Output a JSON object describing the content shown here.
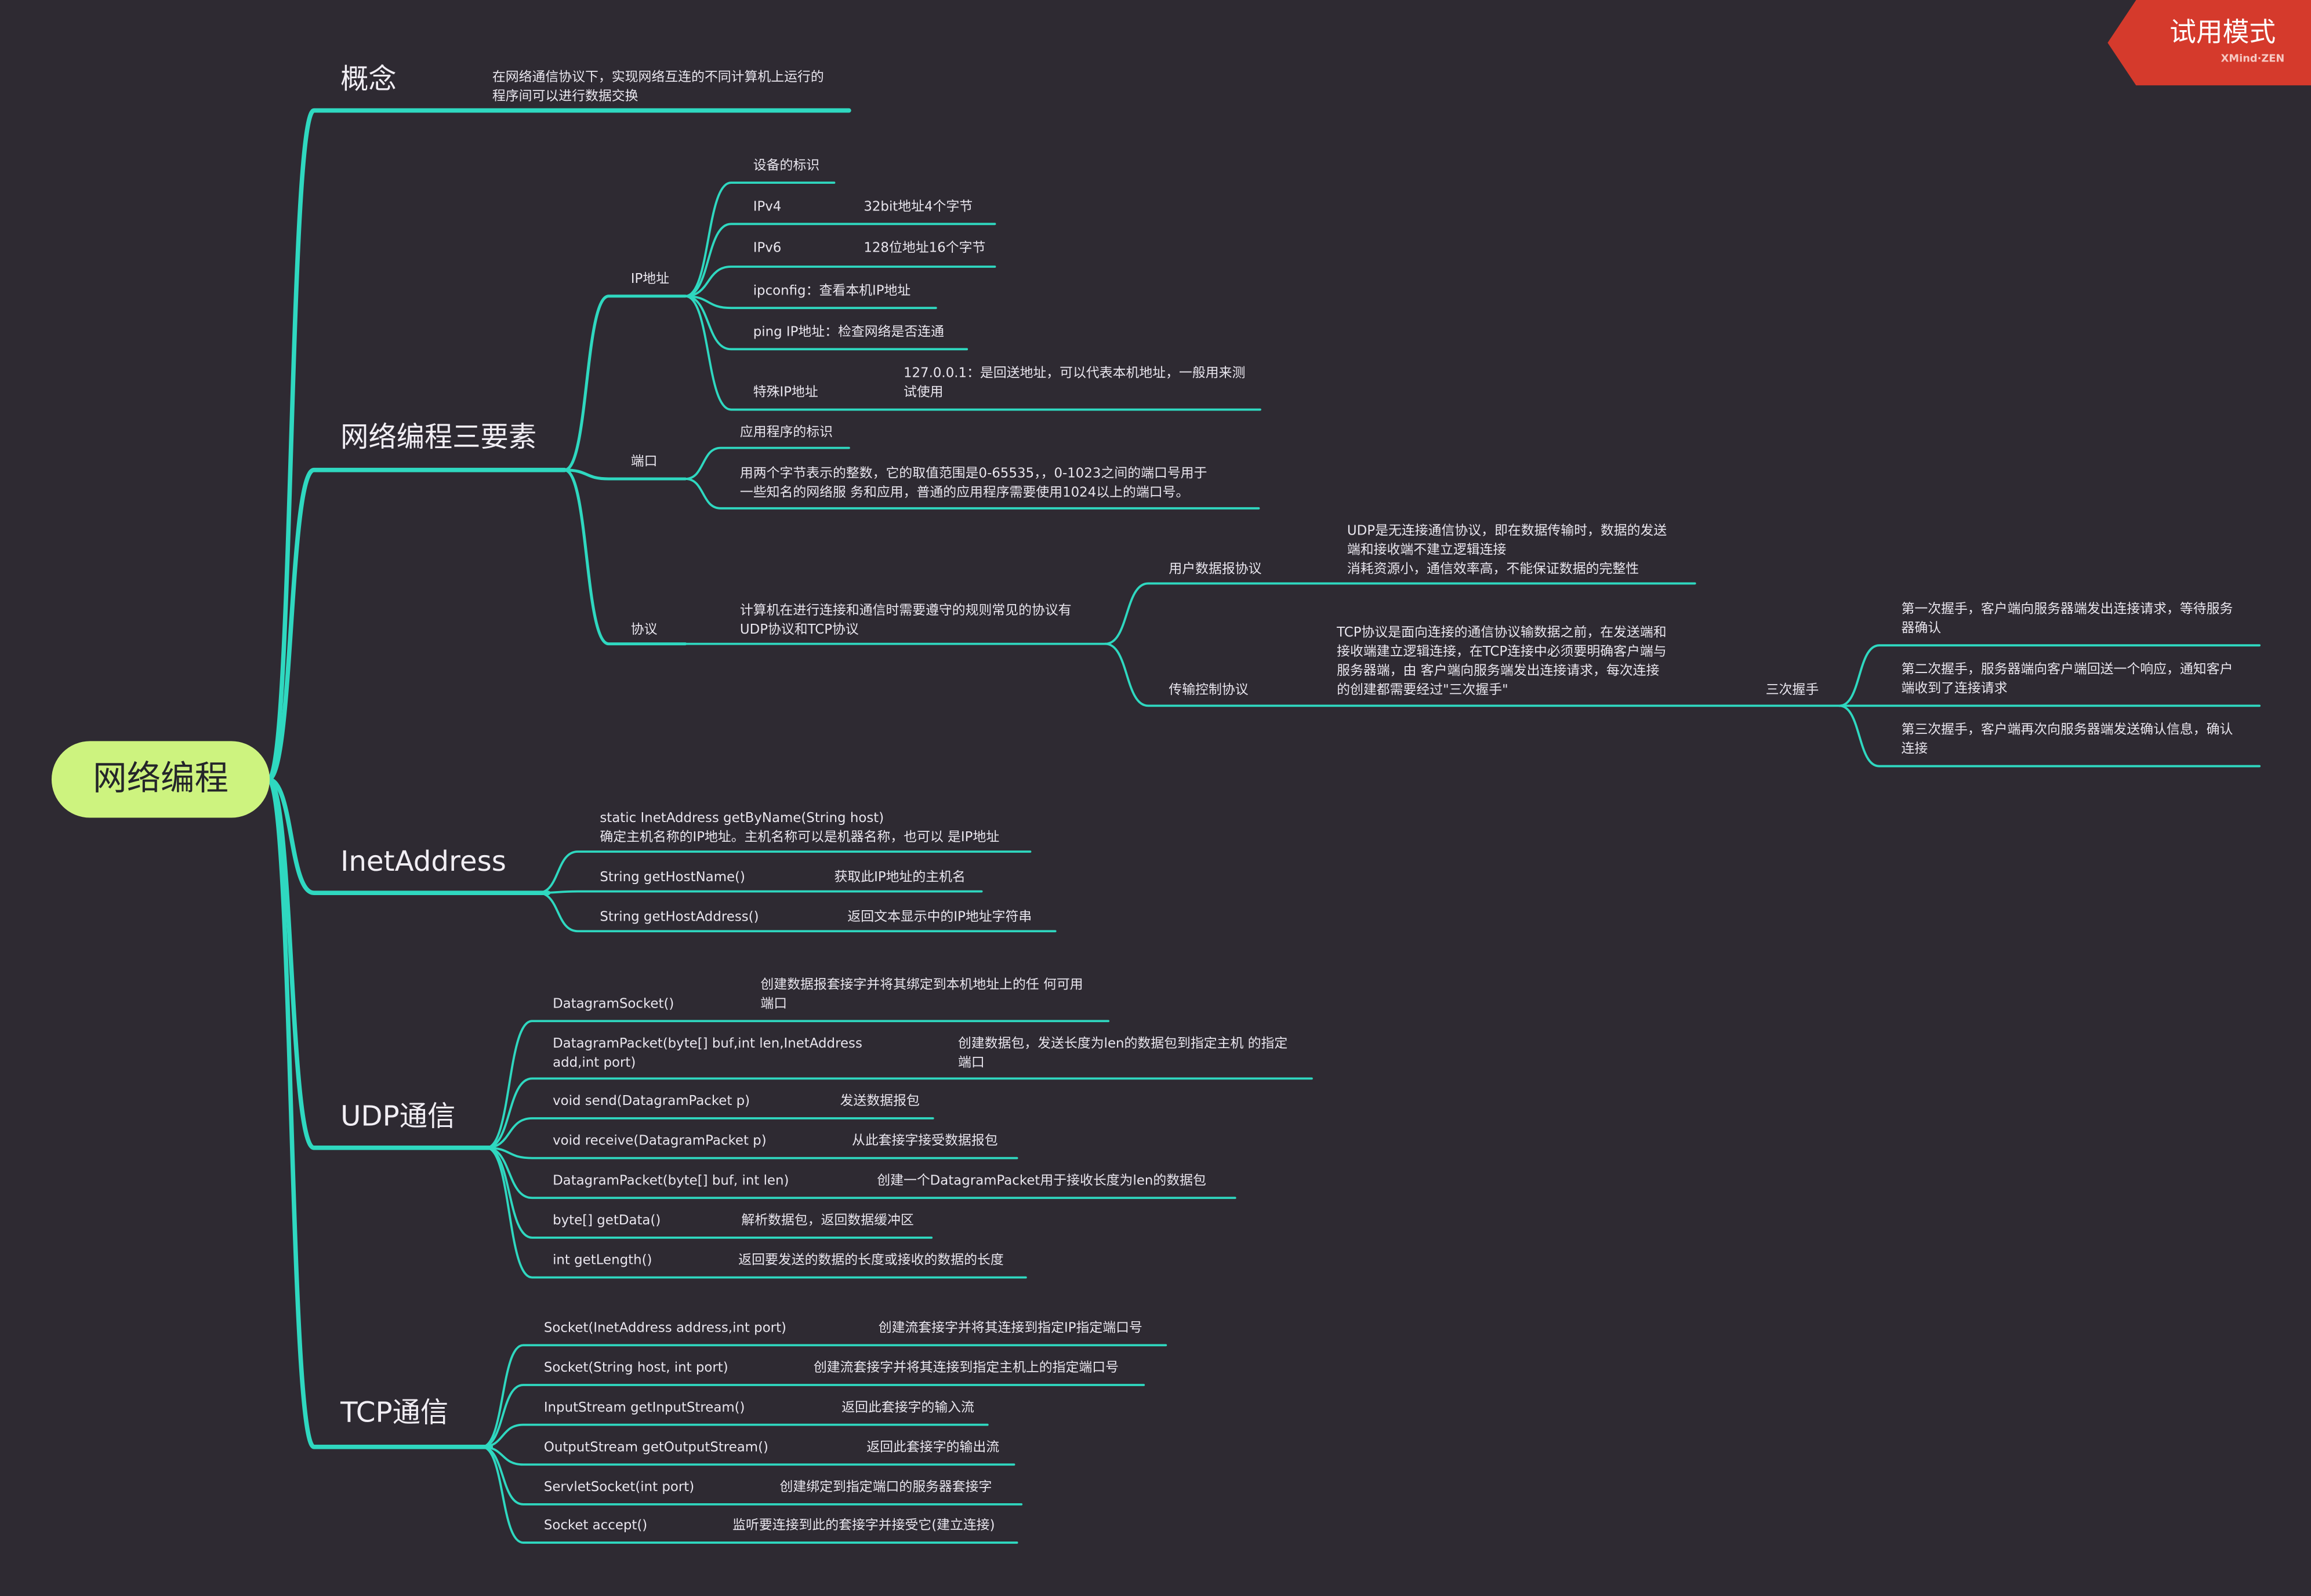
{
  "root": {
    "label": "网络编程"
  },
  "watermark": {
    "title": "试用模式",
    "brand": "XMind·ZEN"
  },
  "concept": {
    "label": "概念",
    "desc": "在网络通信协议下，实现网络互连的不同计算机上运行的\n程序间可以进行数据交换"
  },
  "elements": {
    "label": "网络编程三要素",
    "ip": {
      "label": "IP地址",
      "items": [
        {
          "label": "设备的标识"
        },
        {
          "label": "IPv4",
          "desc": "32bit地址4个字节"
        },
        {
          "label": "IPv6",
          "desc": "128位地址16个字节"
        },
        {
          "label": "ipconfig：查看本机IP地址"
        },
        {
          "label": "ping IP地址：检查网络是否连通"
        },
        {
          "label": "特殊IP地址",
          "desc": "127.0.0.1：是回送地址，可以代表本机地址，一般用来测\n试使用"
        }
      ]
    },
    "port": {
      "label": "端口",
      "items": [
        {
          "label": "应用程序的标识"
        },
        {
          "label": "用两个字节表示的整数，它的取值范围是0-65535，，0-1023之间的端口号用于\n一些知名的网络服 务和应用，普通的应用程序需要使用1024以上的端口号。"
        }
      ]
    },
    "protocol": {
      "label": "协议",
      "desc": "计算机在进行连接和通信时需要遵守的规则常见的协议有\nUDP协议和TCP协议",
      "udp": {
        "label": "用户数据报协议",
        "desc": "UDP是无连接通信协议，即在数据传输时，数据的发送\n端和接收端不建立逻辑连接\n消耗资源小，通信效率高，不能保证数据的完整性"
      },
      "tcp": {
        "label": "传输控制协议",
        "desc": "TCP协议是面向连接的通信协议输数据之前，在发送端和\n接收端建立逻辑连接，在TCP连接中必须要明确客户端与\n服务器端，由 客户端向服务端发出连接请求，每次连接\n的创建都需要经过\"三次握手\"",
        "handshake": {
          "label": "三次握手",
          "steps": [
            "第一次握手，客户端向服务器端发出连接请求，等待服务\n器确认",
            "第二次握手，服务器端向客户端回送一个响应，通知客户\n端收到了连接请求",
            "第三次握手，客户端再次向服务器端发送确认信息，确认\n连接"
          ]
        }
      }
    }
  },
  "inet": {
    "label": "InetAddress",
    "items": [
      {
        "label": "static InetAddress getByName(String host)\n确定主机名称的IP地址。主机名称可以是机器名称，也可以 是IP地址",
        "desc": ""
      },
      {
        "label": "String getHostName()",
        "desc": "获取此IP地址的主机名"
      },
      {
        "label": "String getHostAddress()",
        "desc": "返回文本显示中的IP地址字符串"
      }
    ]
  },
  "udp": {
    "label": "UDP通信",
    "items": [
      {
        "label": "DatagramSocket()",
        "desc": "创建数据报套接字并将其绑定到本机地址上的任 何可用\n端口"
      },
      {
        "label": "DatagramPacket(byte[] buf,int len,InetAddress\nadd,int port)",
        "desc": "创建数据包，发送长度为len的数据包到指定主机 的指定\n端口"
      },
      {
        "label": "void send(DatagramPacket p)",
        "desc": "发送数据报包"
      },
      {
        "label": "void receive(DatagramPacket p)",
        "desc": "从此套接字接受数据报包"
      },
      {
        "label": "DatagramPacket(byte[] buf, int len)",
        "desc": "创建一个DatagramPacket用于接收长度为len的数据包"
      },
      {
        "label": "byte[] getData()",
        "desc": "解析数据包，返回数据缓冲区"
      },
      {
        "label": "int getLength()",
        "desc": "返回要发送的数据的长度或接收的数据的长度"
      }
    ]
  },
  "tcp": {
    "label": "TCP通信",
    "items": [
      {
        "label": "Socket(InetAddress address,int port)",
        "desc": "创建流套接字并将其连接到指定IP指定端口号"
      },
      {
        "label": "Socket(String host, int port)",
        "desc": "创建流套接字并将其连接到指定主机上的指定端口号"
      },
      {
        "label": "InputStream getInputStream()",
        "desc": "返回此套接字的输入流"
      },
      {
        "label": "OutputStream getOutputStream()",
        "desc": "返回此套接字的输出流"
      },
      {
        "label": "ServletSocket(int port)",
        "desc": "创建绑定到指定端口的服务器套接字"
      },
      {
        "label": "Socket accept()",
        "desc": "监听要连接到此的套接字并接受它(建立连接)"
      }
    ]
  }
}
